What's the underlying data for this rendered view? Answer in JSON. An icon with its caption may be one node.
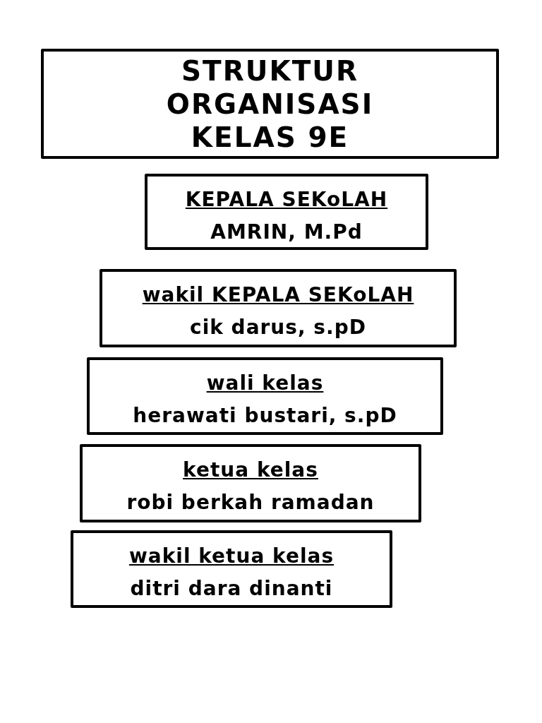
{
  "diagram": {
    "nodes": [
      {
        "text": [
          "STRUKTUR ORGANISASI KELAS 9E"
        ]
      },
      {
        "text": [
          "KEPALA SEKoLAH",
          "AMRIN, M.Pd"
        ]
      },
      {
        "text": [
          "wakil KEPALA SEKoLAH",
          "cik darus, s.pD"
        ]
      },
      {
        "text": [
          "wali kelas",
          "herawati bustari, s.pD"
        ]
      },
      {
        "text": [
          "ketua kelas",
          "robi berkah ramadan"
        ]
      },
      {
        "text": [
          "wakil ketua kelas",
          "ditri dara dinanti"
        ]
      }
    ]
  }
}
